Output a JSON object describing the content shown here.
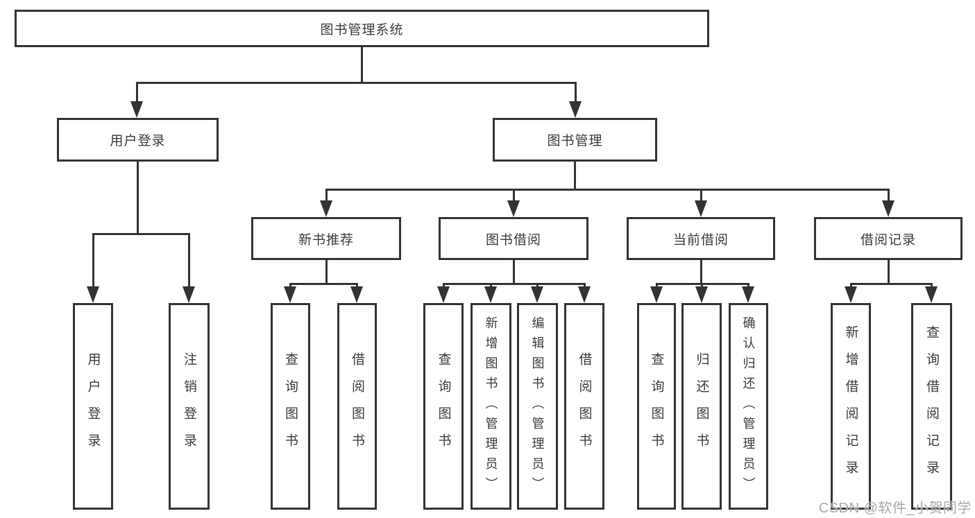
{
  "diagram": {
    "type": "hierarchy-tree",
    "title": "图书管理系统",
    "background": "#ffffff",
    "line_color": "#333333",
    "box_border_color": "#333333",
    "text_color": "#3a3a3a"
  },
  "nodes": {
    "root": {
      "label": "图书管理系统"
    },
    "user_login": {
      "label": "用户登录"
    },
    "book_mgmt": {
      "label": "图书管理"
    },
    "new_book_rec": {
      "label": "新书推荐"
    },
    "book_borrow": {
      "label": "图书借阅"
    },
    "current_borrow": {
      "label": "当前借阅"
    },
    "borrow_record": {
      "label": "借阅记录"
    },
    "leaf_user_login": {
      "label": "用户登录"
    },
    "leaf_logout": {
      "label": "注销登录"
    },
    "leaf_query_book_1": {
      "label": "查询图书"
    },
    "leaf_borrow_book_1": {
      "label": "借阅图书"
    },
    "leaf_query_book_2": {
      "label": "查询图书"
    },
    "leaf_add_book": {
      "label": "新增图书（管理员）"
    },
    "leaf_edit_book": {
      "label": "编辑图书（管理员）"
    },
    "leaf_borrow_book_2": {
      "label": "借阅图书"
    },
    "leaf_query_book_3": {
      "label": "查询图书"
    },
    "leaf_return_book": {
      "label": "归还图书"
    },
    "leaf_confirm_return": {
      "label": "确认归还（管理员）"
    },
    "leaf_add_record": {
      "label": "新增借阅记录"
    },
    "leaf_query_record": {
      "label": "查询借阅记录"
    }
  },
  "hierarchy": {
    "图书管理系统": {
      "用户登录": [
        "用户登录",
        "注销登录"
      ],
      "图书管理": {
        "新书推荐": [
          "查询图书",
          "借阅图书"
        ],
        "图书借阅": [
          "查询图书",
          "新增图书（管理员）",
          "编辑图书（管理员）",
          "借阅图书"
        ],
        "当前借阅": [
          "查询图书",
          "归还图书",
          "确认归还（管理员）"
        ],
        "借阅记录": [
          "新增借阅记录",
          "查询借阅记录"
        ]
      }
    }
  },
  "watermark": {
    "text": "CSDN @软件_小贺同学",
    "color": "#a9a9a9"
  }
}
